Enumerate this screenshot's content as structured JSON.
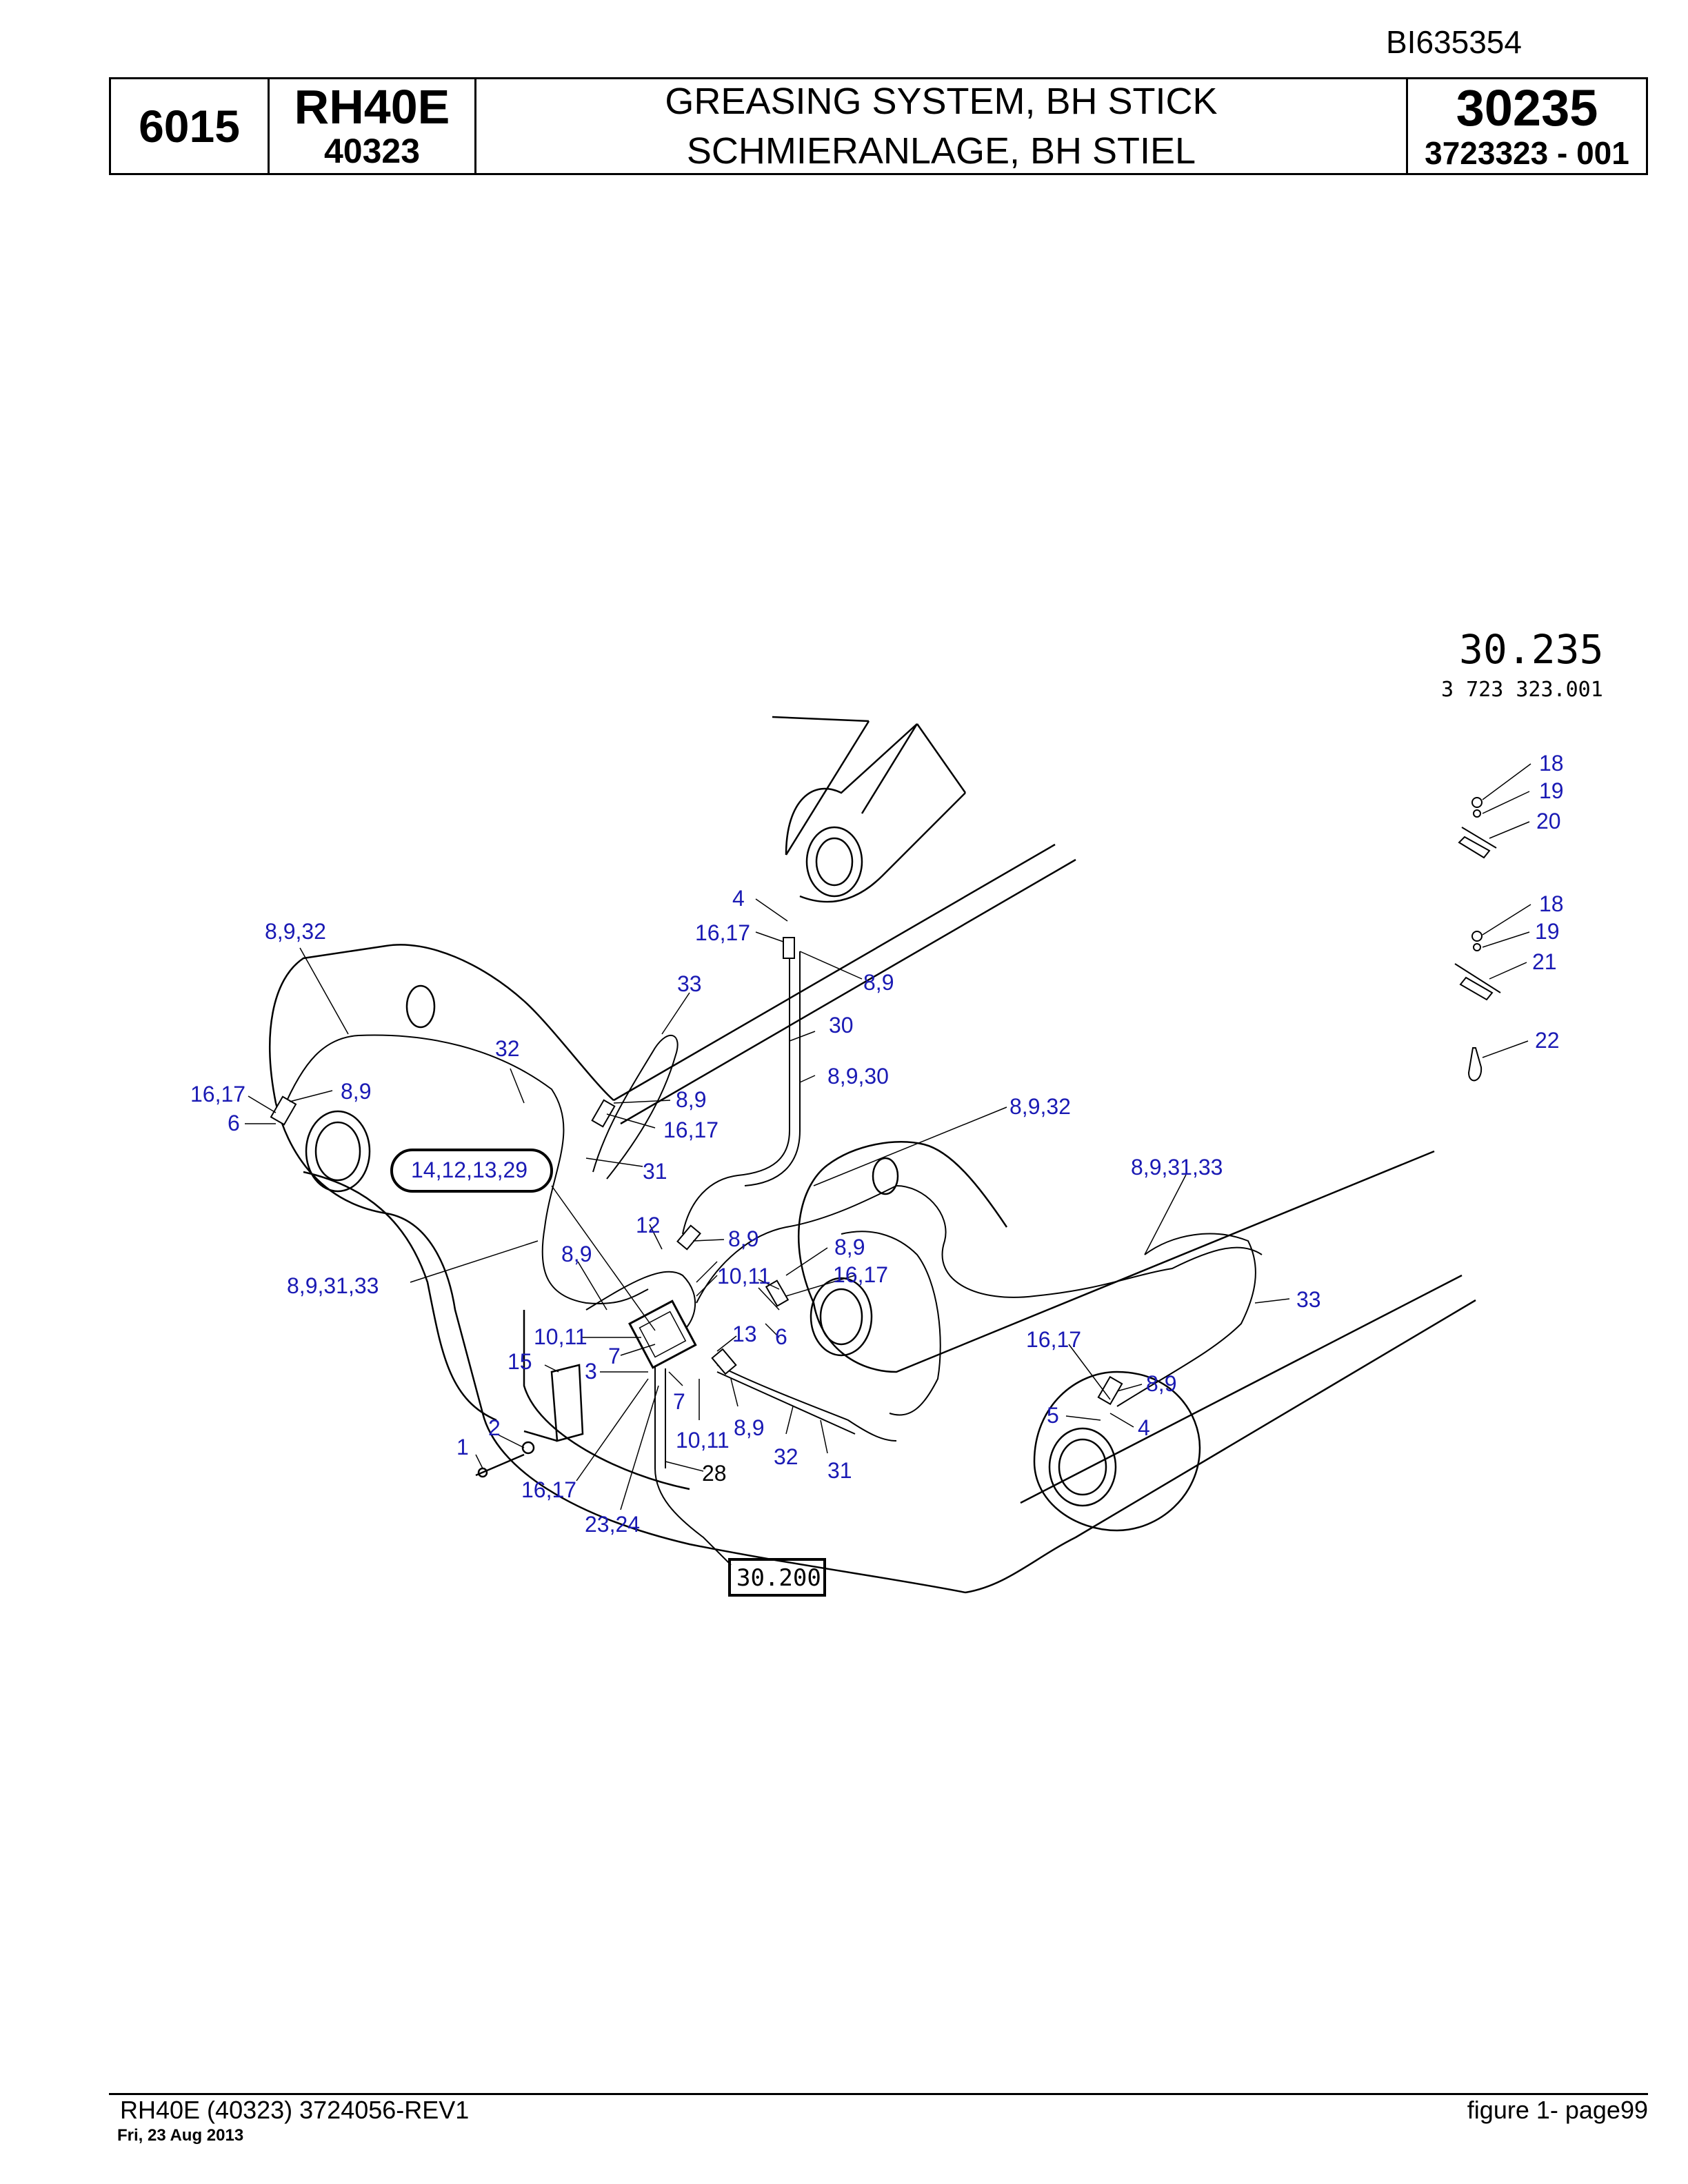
{
  "document_id": "BI635354",
  "header": {
    "section_no": "6015",
    "model": "RH40E",
    "serial": "40323",
    "title_en": "GREASING SYSTEM, BH STICK",
    "title_de": "SCHMIERANLAGE, BH STIEL",
    "group_no": "30235",
    "part_no": "3723323  - 001"
  },
  "drawing": {
    "stamp_group": "30.235",
    "stamp_part": "3 723 323.001",
    "ref_circle": "14,12,13,29",
    "ref_box": "30.200",
    "callouts_left": [
      "8,9,32",
      "16,17",
      "8,9",
      "6",
      "32",
      "8,9,31,33",
      "1",
      "2",
      "15",
      "3",
      "16,17",
      "23,24"
    ],
    "callouts_center": [
      "4",
      "16,17",
      "8,9",
      "33",
      "30",
      "8,9,30",
      "8,9",
      "16,17",
      "31",
      "12",
      "8,9",
      "8,9",
      "10,11",
      "10,11",
      "7",
      "13",
      "7",
      "10,11",
      "8,9",
      "32",
      "31",
      "6",
      "8,9",
      "16,17",
      "28"
    ],
    "callouts_right": [
      "8,9,32",
      "8,9,31,33",
      "33",
      "16,17",
      "8,9",
      "5",
      "4"
    ],
    "callouts_detail": [
      "18",
      "19",
      "20",
      "18",
      "19",
      "21",
      "22"
    ]
  },
  "footer": {
    "left": "RH40E (40323) 3724056-REV1",
    "date": "Fri, 23 Aug 2013",
    "right": "figure  1- page99"
  }
}
